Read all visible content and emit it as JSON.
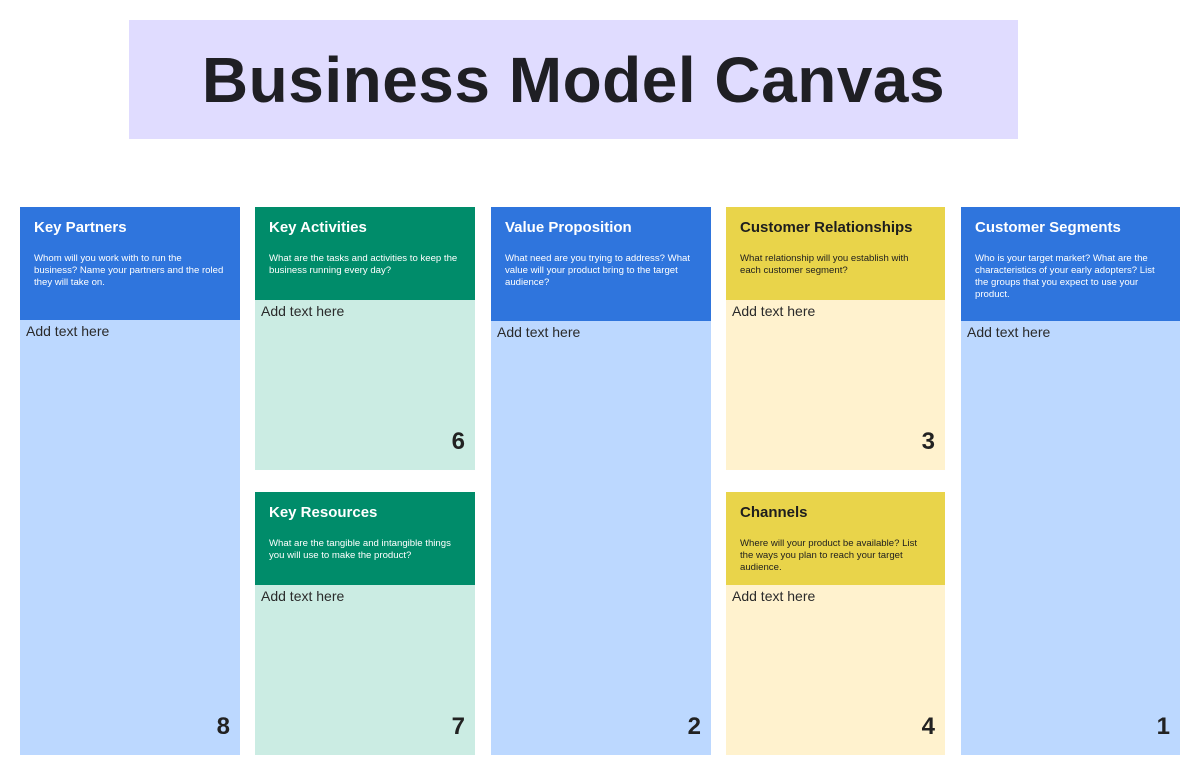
{
  "title": "Business Model Canvas",
  "blocks": {
    "key_partners": {
      "heading": "Key Partners",
      "description": "Whom will you work with to run the business? Name your partners and the roled they will take on.",
      "placeholder": "Add text here",
      "number": "8"
    },
    "key_activities": {
      "heading": "Key Activities",
      "description": "What are the tasks and activities to keep the business running every day?",
      "placeholder": "Add text here",
      "number": "6"
    },
    "key_resources": {
      "heading": "Key Resources",
      "description": "What are the tangible and intangible things you will use to make the product?",
      "placeholder": "Add text here",
      "number": "7"
    },
    "value_proposition": {
      "heading": "Value Proposition",
      "description": "What need are you trying to address? What value will your product bring to the target audience?",
      "placeholder": "Add text here",
      "number": "2"
    },
    "customer_relationships": {
      "heading": "Customer Relationships",
      "description": "What relationship will you establish with each customer segment?",
      "placeholder": "Add text here",
      "number": "3"
    },
    "channels": {
      "heading": "Channels",
      "description": "Where will your product be available? List the ways you plan to reach your target audience.",
      "placeholder": "Add text here",
      "number": "4"
    },
    "customer_segments": {
      "heading": "Customer Segments",
      "description": "Who is your target market? What are the characteristics of your early adopters? List the groups that you expect to use your product.",
      "placeholder": "Add text here",
      "number": "1"
    }
  },
  "colors": {
    "title_bg": "#e0dcff",
    "blue_header": "#2f75dd",
    "blue_body": "#bcd8ff",
    "green_header": "#008c6a",
    "green_body": "#cbece3",
    "yellow_header": "#e9d44a",
    "yellow_body": "#fff2ce"
  }
}
